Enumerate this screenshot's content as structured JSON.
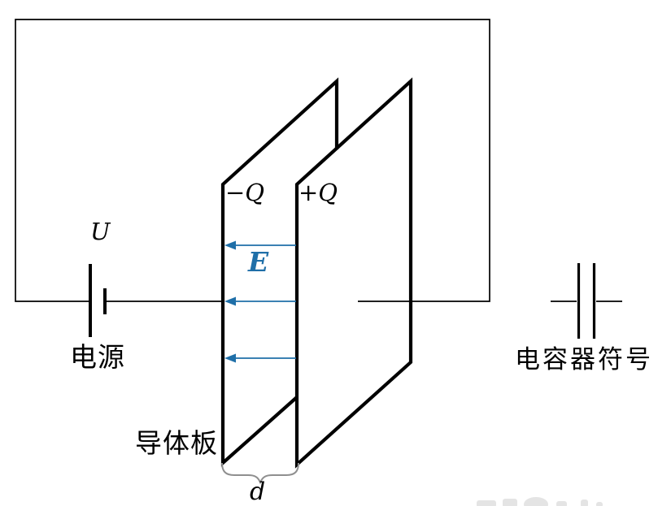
{
  "labels": {
    "supply_voltage": "U",
    "supply_name": "电源",
    "plate_negative": "−Q",
    "plate_positive": "+Q",
    "field": "E",
    "plate_name": "导体板",
    "gap_distance": "d",
    "capacitor_symbol_caption": "电容器符号"
  },
  "colors": {
    "background": "#ffffff",
    "line": "#000000",
    "field_arrow": "#1f6fa8",
    "brace": "#8f8f8f",
    "watermark": "#b5b5b5"
  },
  "diagram": {
    "type": "parallel-plate-capacitor-circuit",
    "field_arrow_count": 3,
    "field_arrow_direction": "left"
  }
}
